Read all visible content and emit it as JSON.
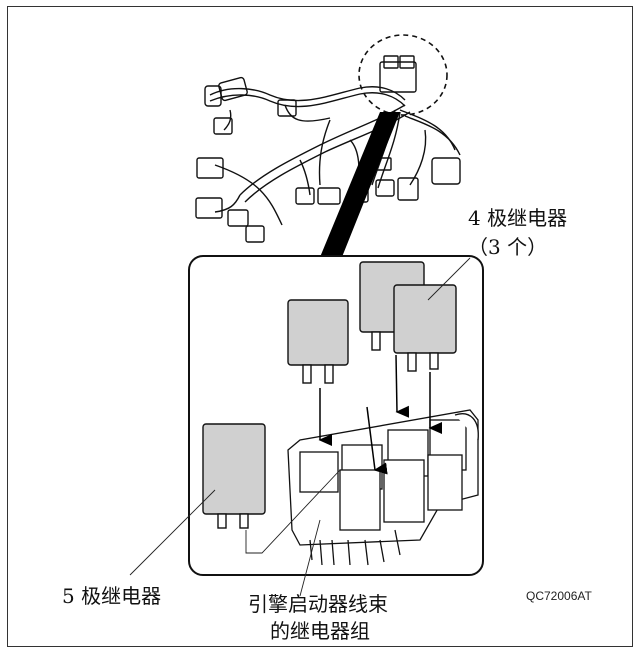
{
  "labels": {
    "four_pin_line1": "4 极继电器",
    "four_pin_line2": "（3 个）",
    "five_pin": "5 极继电器",
    "harness_line1": "引擎启动器线束",
    "harness_line2": "的继电器组"
  },
  "figure_code": "QC72006AT"
}
